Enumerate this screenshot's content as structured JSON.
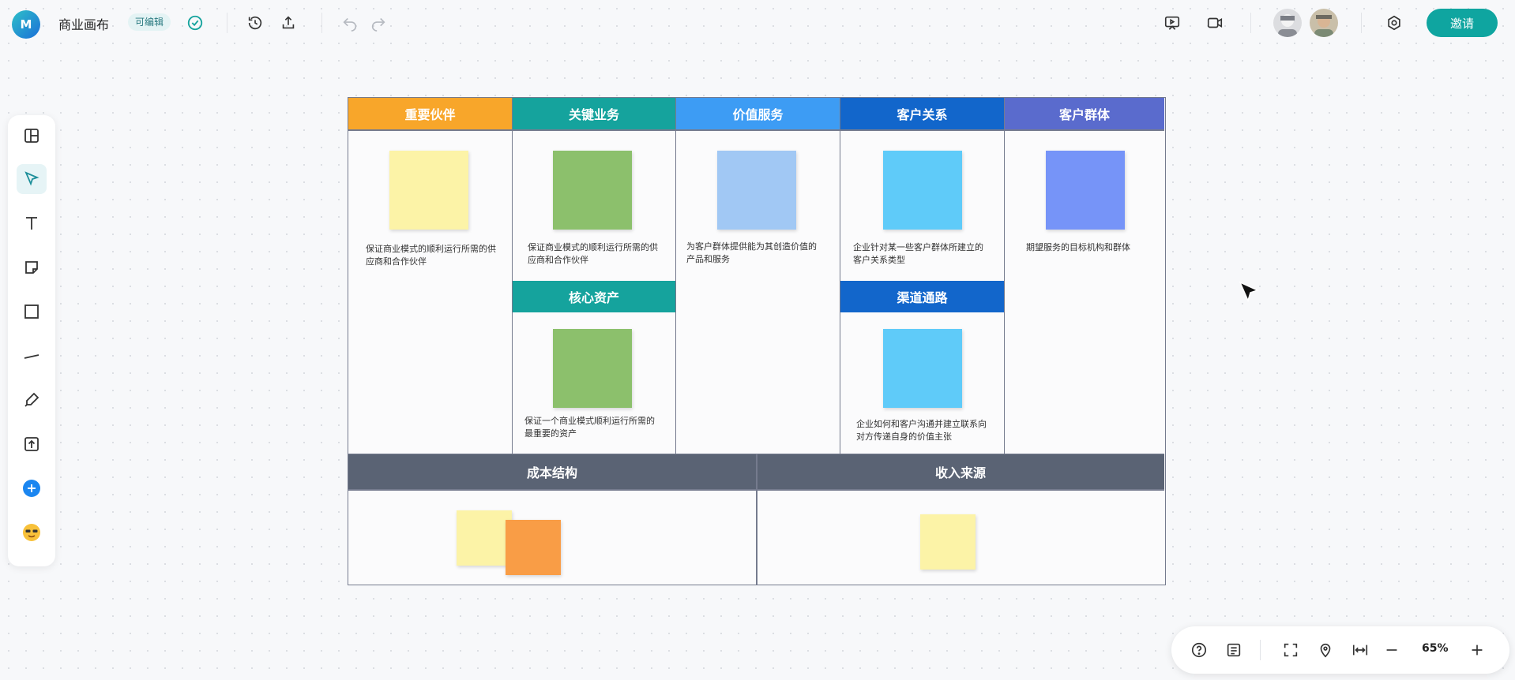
{
  "app": {
    "logo_text": "M",
    "title": "商业画布",
    "edit_badge": "可编辑",
    "invite_label": "邀请"
  },
  "icons": {
    "saved": "check-circle-icon",
    "history": "history-icon",
    "share": "upload-icon",
    "undo": "undo-icon",
    "redo": "redo-icon",
    "present": "presentation-icon",
    "video": "video-camera-icon",
    "settings": "settings-icon"
  },
  "left_tools": [
    {
      "name": "layout-template-icon"
    },
    {
      "name": "select-cursor-icon",
      "active": true
    },
    {
      "name": "text-tool-icon"
    },
    {
      "name": "sticky-note-icon"
    },
    {
      "name": "rectangle-icon"
    },
    {
      "name": "line-tool-icon"
    },
    {
      "name": "pen-tool-icon"
    },
    {
      "name": "upload-file-icon"
    },
    {
      "name": "add-icon"
    },
    {
      "name": "emoji-icon"
    }
  ],
  "canvas": {
    "partners": {
      "title": "重要伙伴",
      "desc": "保证商业模式的顺利运行所需的供应商和合作伙伴",
      "color": "#f8a62a",
      "note_color": "#fcf3a7"
    },
    "activities": {
      "title": "关键业务",
      "desc": "保证商业模式的顺利运行所需的供应商和合作伙伴",
      "color": "#15a39d",
      "note_color": "#8cc06c"
    },
    "resources": {
      "title": "核心资产",
      "desc": "保证一个商业模式顺利运行所需的最重要的资产",
      "color": "#15a39d",
      "note_color": "#8cc06c"
    },
    "value": {
      "title": "价值服务",
      "desc": "为客户群体提供能为其创造价值的产品和服务",
      "color": "#3d9cf4",
      "note_color": "#a1c8f4"
    },
    "relationships": {
      "title": "客户关系",
      "desc": "企业针对某一些客户群体所建立的客户关系类型",
      "color": "#1266cb",
      "note_color": "#5fcbf9"
    },
    "channels": {
      "title": "渠道通路",
      "desc": "企业如何和客户沟通并建立联系向对方传递自身的价值主张",
      "color": "#1266cb",
      "note_color": "#5fcbf9"
    },
    "segments": {
      "title": "客户群体",
      "desc": "期望服务的目标机构和群体",
      "color": "#5a6bcd",
      "note_color": "#7694f8"
    },
    "cost": {
      "title": "成本结构",
      "color": "#5a6374",
      "note1_color": "#fcf3a7",
      "note2_color": "#f99d46"
    },
    "revenue": {
      "title": "收入来源",
      "color": "#5a6374",
      "note_color": "#fcf3a7"
    }
  },
  "zoom": {
    "level": "65%"
  }
}
